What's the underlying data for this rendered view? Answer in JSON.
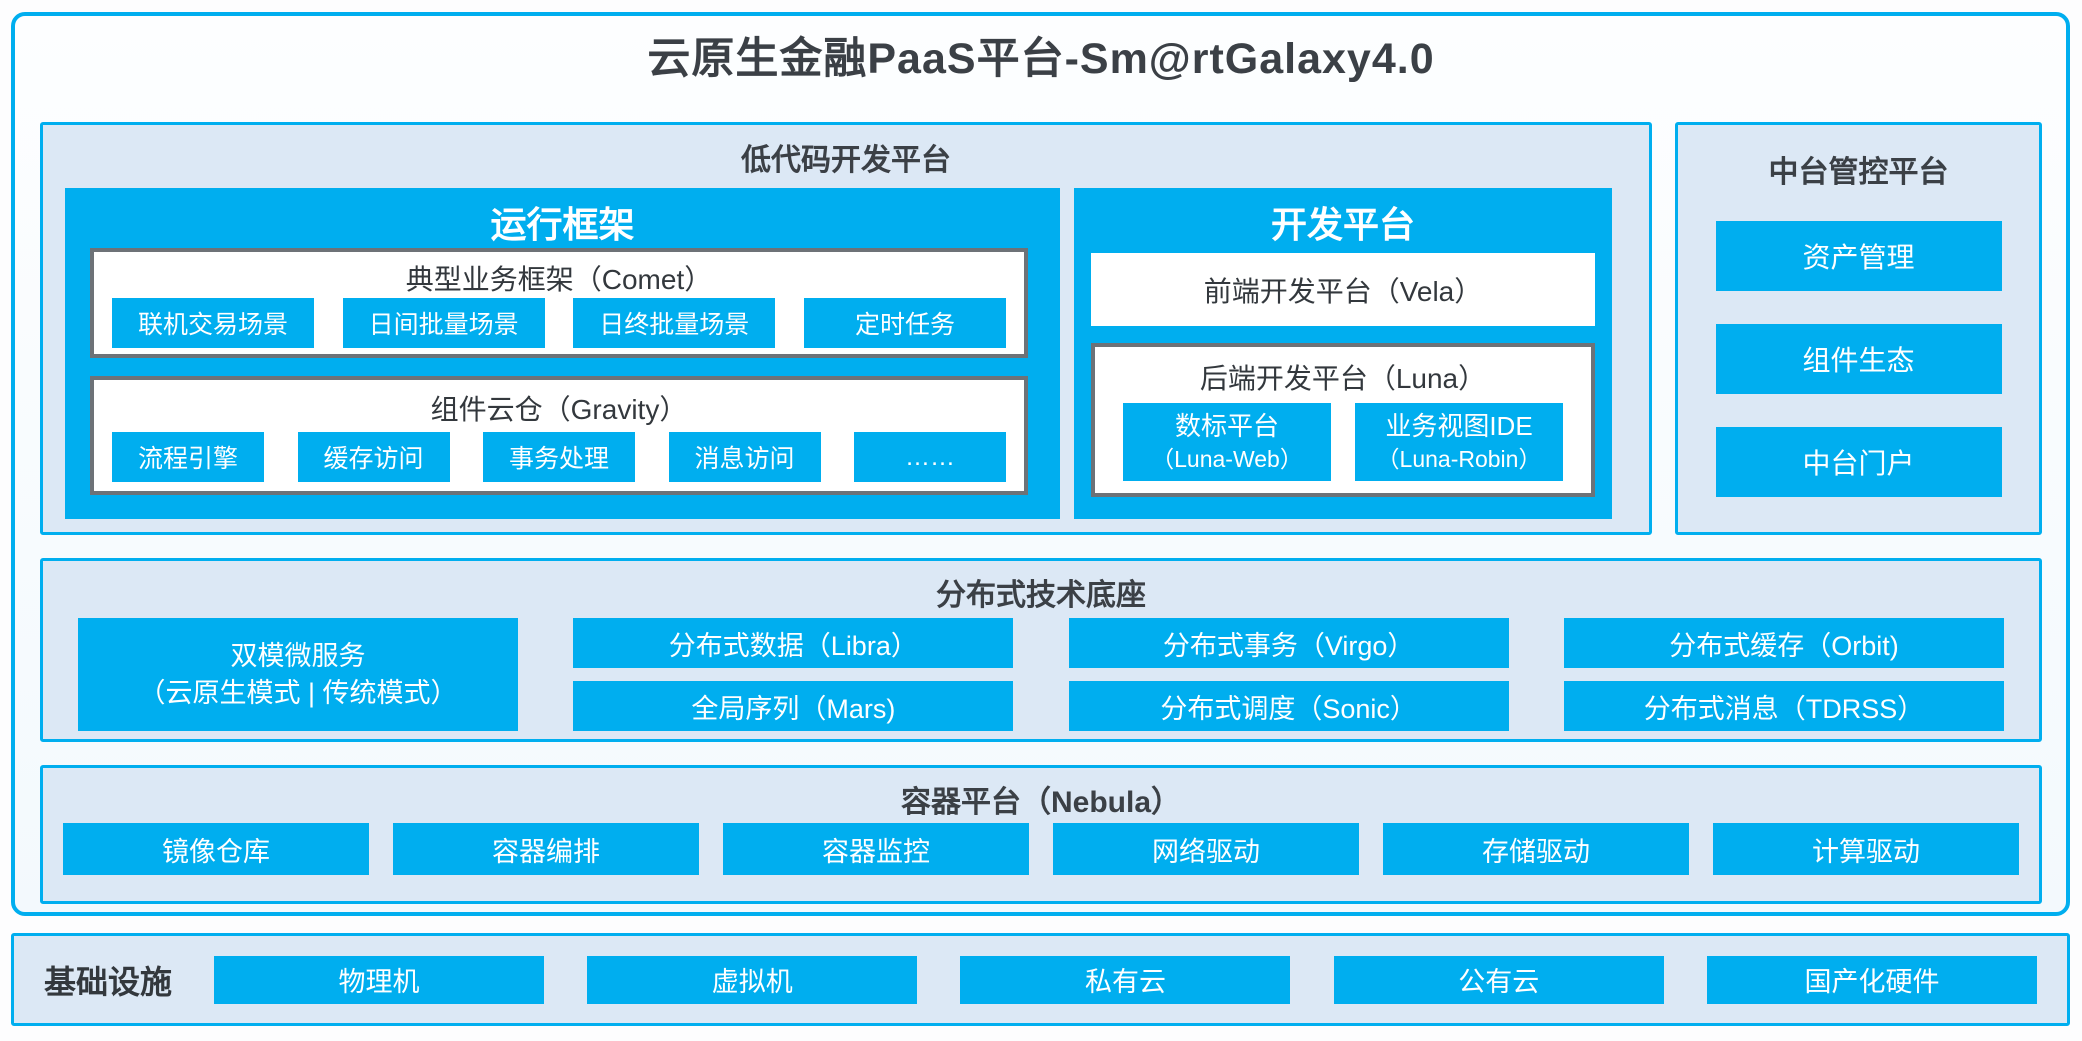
{
  "title": "云原生金融PaaS平台-Sm@rtGalaxy4.0",
  "colors": {
    "accent": "#00aeef",
    "panel_fill": "#dce8f5",
    "gray_border": "#6d7277",
    "text_dark": "#3b4046"
  },
  "lowcode": {
    "title": "低代码开发平台",
    "runtime": {
      "title": "运行框架",
      "comet": {
        "title": "典型业务框架（Comet）",
        "items": [
          "联机交易场景",
          "日间批量场景",
          "日终批量场景",
          "定时任务"
        ]
      },
      "gravity": {
        "title": "组件云仓（Gravity）",
        "items": [
          "流程引擎",
          "缓存访问",
          "事务处理",
          "消息访问",
          "……"
        ]
      }
    },
    "dev": {
      "title": "开发平台",
      "vela": "前端开发平台（Vela）",
      "luna": {
        "title": "后端开发平台（Luna）",
        "items": [
          {
            "line1": "数标平台",
            "line2": "（Luna-Web）"
          },
          {
            "line1": "业务视图IDE",
            "line2": "（Luna-Robin）"
          }
        ]
      }
    }
  },
  "midplatform": {
    "title": "中台管控平台",
    "items": [
      "资产管理",
      "组件生态",
      "中台门户"
    ]
  },
  "distributed": {
    "title": "分布式技术底座",
    "dual": {
      "line1": "双模微服务",
      "line2": "（云原生模式 | 传统模式）"
    },
    "columns": [
      [
        "分布式数据（Libra）",
        "全局序列（Mars)"
      ],
      [
        "分布式事务（Virgo）",
        "分布式调度（Sonic）"
      ],
      [
        "分布式缓存（Orbit)",
        "分布式消息（TDRSS）"
      ]
    ]
  },
  "nebula": {
    "title": "容器平台（Nebula）",
    "items": [
      "镜像仓库",
      "容器编排",
      "容器监控",
      "网络驱动",
      "存储驱动",
      "计算驱动"
    ]
  },
  "infra": {
    "label": "基础设施",
    "items": [
      "物理机",
      "虚拟机",
      "私有云",
      "公有云",
      "国产化硬件"
    ]
  }
}
